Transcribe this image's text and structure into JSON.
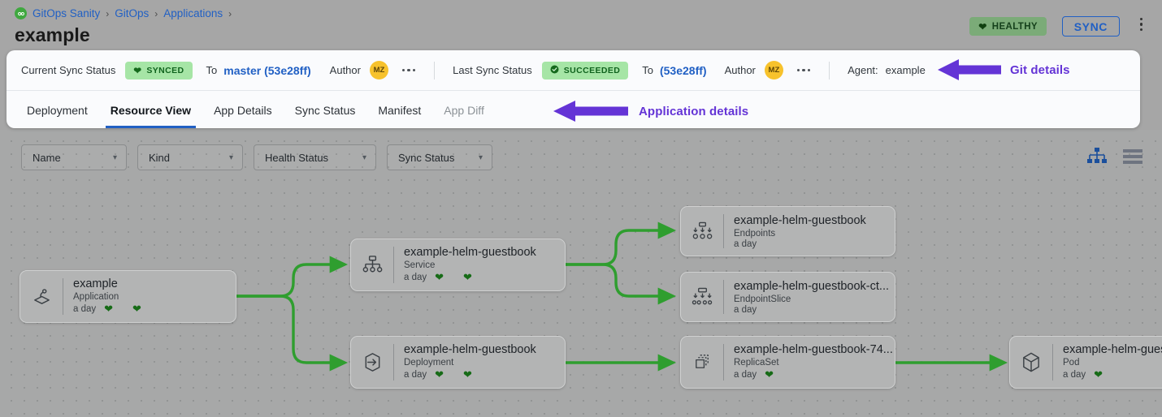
{
  "breadcrumb": {
    "logo_icon": "gitops-logo-icon",
    "items": [
      "GitOps Sanity",
      "GitOps",
      "Applications"
    ],
    "separator": "›",
    "trailing_separator": "›"
  },
  "page_title": "example",
  "header_actions": {
    "health_badge": {
      "label": "HEALTHY",
      "icon": "heart-icon",
      "bg": "#7bab78",
      "fg": "#15401b"
    },
    "sync_button": {
      "label": "SYNC",
      "color": "#2160c4"
    },
    "kebab_icon": "more-vertical-icon"
  },
  "status_strip": {
    "current": {
      "label": "Current Sync Status",
      "badge": {
        "text": "SYNCED",
        "icon": "heart-icon",
        "bg": "#a6e5a6",
        "fg": "#10631e"
      },
      "to_label": "To",
      "revision": "master (53e28ff)",
      "author_label": "Author",
      "avatar_initials": "MZ",
      "kebab_icon": "more-horizontal-icon"
    },
    "last": {
      "label": "Last Sync Status",
      "badge": {
        "text": "SUCCEEDED",
        "icon": "check-circle-icon",
        "bg": "#a6e5a6",
        "fg": "#10631e"
      },
      "to_label": "To",
      "revision": "(53e28ff)",
      "author_label": "Author",
      "avatar_initials": "MZ",
      "kebab_icon": "more-horizontal-icon"
    },
    "agent": {
      "label": "Agent:",
      "value": "example"
    }
  },
  "annotations": {
    "git_details": {
      "text": "Git details",
      "color": "#6434d6",
      "arrow_icon": "arrow-left-icon"
    },
    "application_details": {
      "text": "Application details",
      "color": "#6434d6",
      "arrow_icon": "arrow-left-icon"
    }
  },
  "tabs": [
    {
      "label": "Deployment",
      "state": "normal"
    },
    {
      "label": "Resource View",
      "state": "active"
    },
    {
      "label": "App Details",
      "state": "normal"
    },
    {
      "label": "Sync Status",
      "state": "normal"
    },
    {
      "label": "Manifest",
      "state": "normal"
    },
    {
      "label": "App Diff",
      "state": "muted"
    }
  ],
  "filters": [
    {
      "label": "Name",
      "icon": "chevron-down-icon"
    },
    {
      "label": "Kind",
      "icon": "chevron-down-icon"
    },
    {
      "label": "Health Status",
      "icon": "chevron-down-icon"
    },
    {
      "label": "Sync Status",
      "icon": "chevron-down-icon"
    }
  ],
  "view_toggles": [
    {
      "name": "tree-view-icon",
      "active": true,
      "color": "#1b4f9c"
    },
    {
      "name": "list-view-icon",
      "active": false,
      "color": "#6e7480"
    }
  ],
  "graph": {
    "edge_color": "#2f9e2f",
    "nodes": [
      {
        "id": "app",
        "name": "example",
        "kind": "Application",
        "age": "a day",
        "icon": "application-icon",
        "hearts": 2
      },
      {
        "id": "service",
        "name": "example-helm-guestbook",
        "kind": "Service",
        "age": "a day",
        "icon": "service-icon",
        "hearts": 2
      },
      {
        "id": "deployment",
        "name": "example-helm-guestbook",
        "kind": "Deployment",
        "age": "a day",
        "icon": "deployment-icon",
        "hearts": 2
      },
      {
        "id": "endpoints",
        "name": "example-helm-guestbook",
        "kind": "Endpoints",
        "age": "a day",
        "icon": "endpoints-icon",
        "hearts": 0
      },
      {
        "id": "endpointslice",
        "name": "example-helm-guestbook-ct...",
        "kind": "EndpointSlice",
        "age": "a day",
        "icon": "endpointslice-icon",
        "hearts": 0
      },
      {
        "id": "replicaset",
        "name": "example-helm-guestbook-74...",
        "kind": "ReplicaSet",
        "age": "a day",
        "icon": "replicaset-icon",
        "hearts": 1
      },
      {
        "id": "pod",
        "name": "example-helm-guest",
        "kind": "Pod",
        "age": "a day",
        "icon": "pod-icon",
        "hearts": 1
      }
    ]
  }
}
